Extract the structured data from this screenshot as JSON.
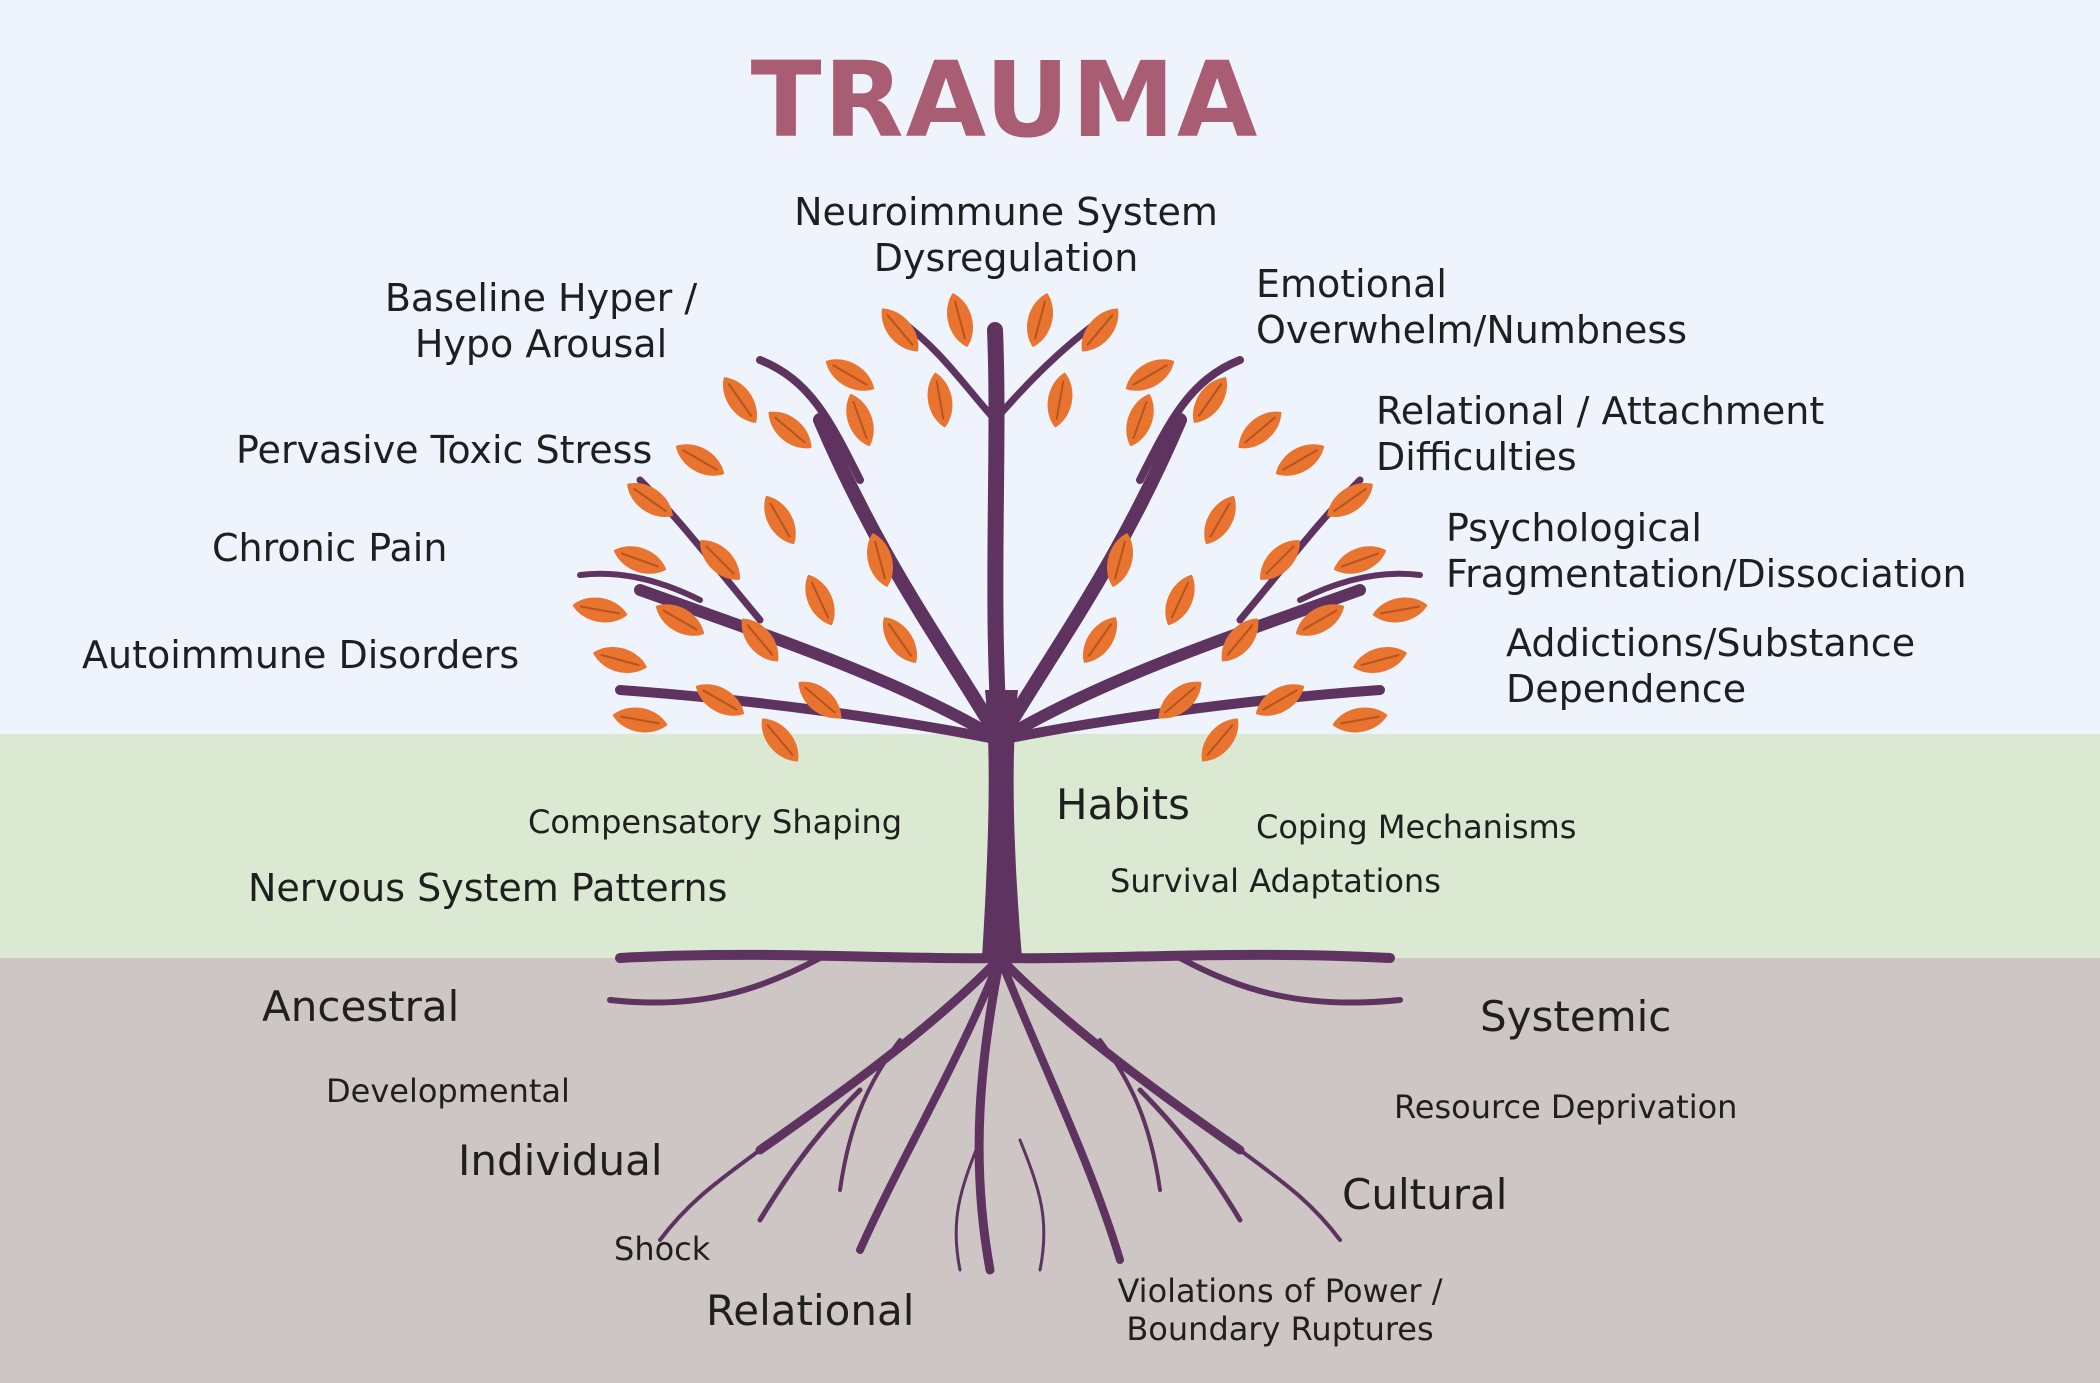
{
  "title": "TRAUMA",
  "canopy_labels": {
    "neuroimmune": [
      "Neuroimmune System",
      "Dysregulation"
    ],
    "baseline": [
      "Baseline Hyper /",
      "Hypo Arousal"
    ],
    "toxic_stress": "Pervasive Toxic Stress",
    "chronic_pain": "Chronic Pain",
    "autoimmune": "Autoimmune Disorders",
    "emotional": [
      "Emotional",
      "Overwhelm/Numbness"
    ],
    "relational": [
      "Relational / Attachment",
      "Difficulties"
    ],
    "psychological": [
      "Psychological",
      "Fragmentation/Dissociation"
    ],
    "addictions": [
      "Addictions/Substance",
      "Dependence"
    ]
  },
  "trunk_labels": {
    "compensatory": "Compensatory Shaping",
    "nervous": "Nervous System Patterns",
    "habits": "Habits",
    "coping": "Coping Mechanisms",
    "survival": "Survival Adaptations"
  },
  "root_labels": {
    "ancestral": "Ancestral",
    "developmental": "Developmental",
    "individual": "Individual",
    "shock": "Shock",
    "relational": "Relational",
    "systemic": "Systemic",
    "resource": "Resource Deprivation",
    "cultural": "Cultural",
    "violations": [
      "Violations of Power /",
      "Boundary Ruptures"
    ]
  },
  "colors": {
    "title": "#a95d72",
    "sky": "#eef3fc",
    "ground": "#dbe9d2",
    "soil": "#cec6c4",
    "tree": "#5e3360",
    "leaf": "#e8742f",
    "leaf_vein": "#b4541f"
  }
}
